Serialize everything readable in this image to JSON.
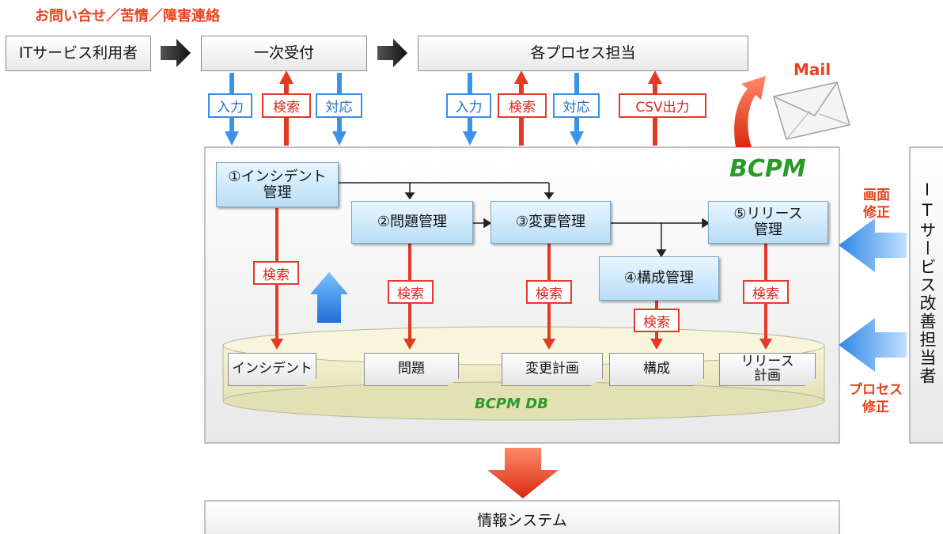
{
  "top_label": "お問い合せ／苦情／障害連絡",
  "it_user": "ITサービス利用者",
  "first_reception": "一次受付",
  "process_owner": "各プロセス担当",
  "mail_label": "Mail",
  "left_labels": [
    {
      "text": "入力",
      "color": "blue"
    },
    {
      "text": "検索",
      "color": "red"
    },
    {
      "text": "対応",
      "color": "blue"
    }
  ],
  "right_labels": [
    {
      "text": "入力",
      "color": "blue"
    },
    {
      "text": "検索",
      "color": "red"
    },
    {
      "text": "対応",
      "color": "blue"
    },
    {
      "text": "CSV出力",
      "color": "red"
    }
  ],
  "bcpm_title": "BCPM",
  "processes": {
    "incident": "①インシデント\n管理",
    "problem": "②問題管理",
    "change": "③変更管理",
    "config": "④構成管理",
    "release": "⑤リリース\n管理"
  },
  "search_label": "検索",
  "db_title": "BCPM DB",
  "db_docs": [
    "インシデント",
    "問題",
    "変更計画",
    "構成",
    "リリース\n計画"
  ],
  "improvement_owner": "ITサービス改善担当者",
  "screen_fix": "画面\n修正",
  "process_fix": "プロセス\n修正",
  "info_system": "情報システム",
  "colors": {
    "accent_red": "#e8421e",
    "accent_blue": "#2f8ae0",
    "bcpm_green": "#2a9a2a"
  }
}
